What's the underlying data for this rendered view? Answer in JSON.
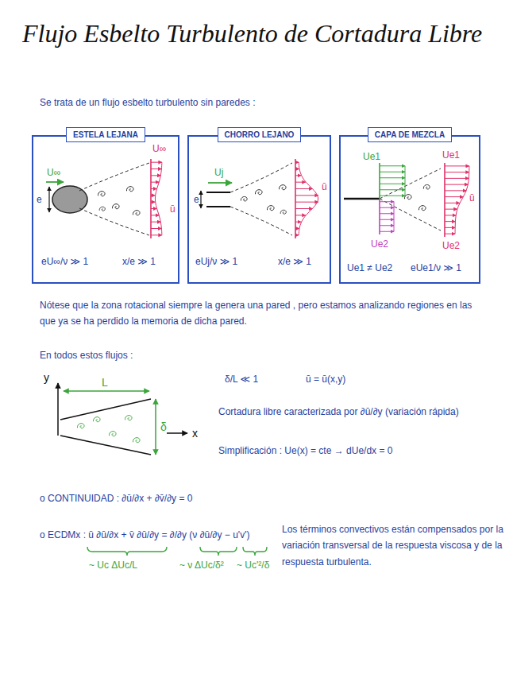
{
  "diagram": {
    "title": "Flujo Esbelto Turbulento de Cortadura Libre",
    "nodes": [
      {
        "text": [
          "U∞",
          "e",
          "U∞",
          "ū",
          "eU∞/ν ≫ 1",
          "x/e ≫ 1"
        ]
      },
      {
        "text": [
          "ESTELA LEJANA"
        ],
        "in": 0
      },
      {
        "text": [
          "Uj",
          "e",
          "ū",
          "eUj/ν ≫ 1",
          "x/e ≫ 1"
        ]
      },
      {
        "text": [
          "CHORRO LEJANO"
        ],
        "in": 2
      },
      {
        "text": [
          "Ue1",
          "Ue1",
          "ū",
          "Ue2",
          "Ue2",
          "Ue1 ≠ Ue2",
          "eUe1/ν ≫ 1"
        ]
      },
      {
        "text": [
          "CAPA DE MEZCLA"
        ],
        "in": 4
      }
    ],
    "labels": [
      "Se trata de un flujo esbelto turbulento sin paredes :",
      "Nótese que la zona rotacional siempre la genera una pared , pero estamos analizando regiones en las que ya se ha perdido la memoria de dicha pared.",
      "En todos estos flujos :",
      "y",
      "L",
      "δ",
      "x",
      "δ/L ≪ 1",
      "ū = ū(x,y)",
      "Cortadura libre caracterizada por ∂ū/∂y (variación rápida)",
      "Simplificación : Ue(x) = cte → dUe/dx = 0",
      "o CONTINUIDAD : ∂ū/∂x + ∂v̄/∂y = 0",
      "o ECDMx : ū ∂ū/∂x + v̄ ∂ū/∂y = ∂/∂y (ν ∂ū/∂y − u'v')",
      "~ Uc ΔUc/L",
      "~ ν ΔUc/δ²",
      "~ Uc'²/δ",
      "Los términos convectivos están compensados por la variación transversal de la respuesta viscosa y de la respuesta turbulenta."
    ]
  }
}
